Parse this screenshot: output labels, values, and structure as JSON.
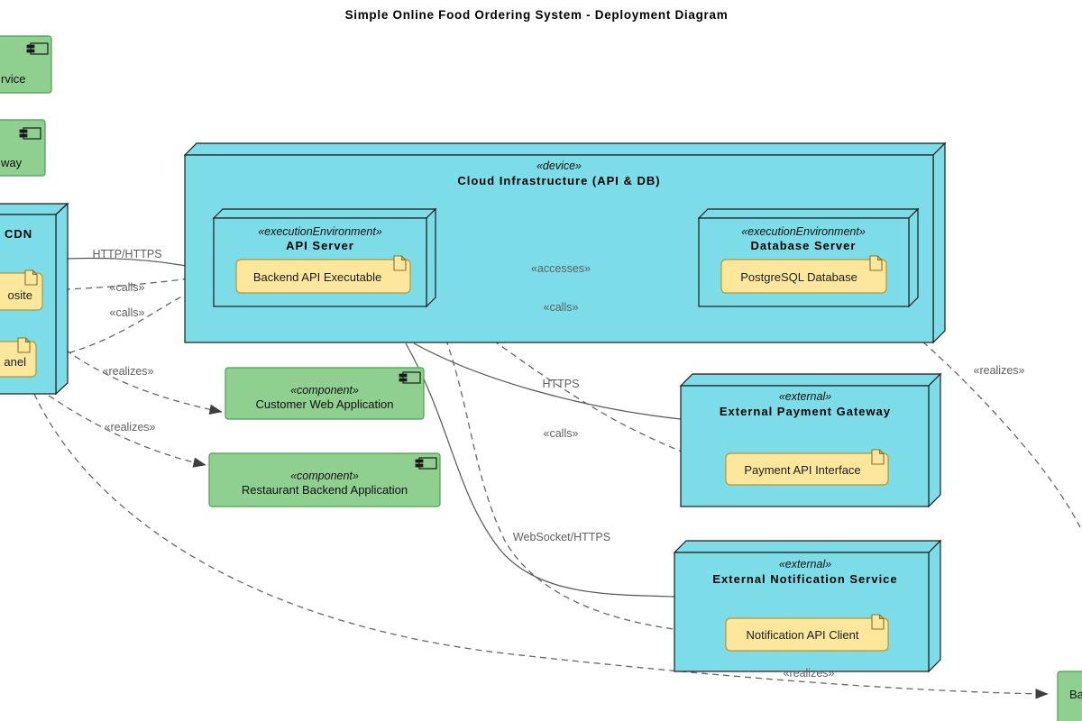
{
  "title": "Simple Online Food Ordering System - Deployment Diagram",
  "nodes": {
    "top1": {
      "fragment": "rvice"
    },
    "top2": {
      "fragment": "way"
    },
    "cdn": {
      "name": "CDN",
      "artifact1": "osite",
      "artifact2": "anel"
    },
    "cloud": {
      "stereotype": "«device»",
      "name": "Cloud Infrastructure (API & DB)"
    },
    "api": {
      "stereotype": "«executionEnvironment»",
      "name": "API Server",
      "artifact": "Backend API Executable"
    },
    "db": {
      "stereotype": "«executionEnvironment»",
      "name": "Database Server",
      "artifact": "PostgreSQL Database"
    },
    "customer": {
      "stereotype": "«component»",
      "name": "Customer Web Application"
    },
    "restaurant": {
      "stereotype": "«component»",
      "name": "Restaurant Backend Application"
    },
    "payment": {
      "stereotype": "«external»",
      "name": "External Payment Gateway",
      "artifact": "Payment API Interface"
    },
    "notification": {
      "stereotype": "«external»",
      "name": "External Notification Service",
      "artifact": "Notification API Client"
    },
    "bottomright": {
      "fragment": "Ba"
    }
  },
  "labels": {
    "http": "HTTP/HTTPS",
    "calls1": "«calls»",
    "calls2": "«calls»",
    "realizes1": "«realizes»",
    "realizes2": "«realizes»",
    "accesses": "«accesses»",
    "calls3": "«calls»",
    "https": "HTTPS",
    "calls4": "«calls»",
    "websocket": "WebSocket/HTTPS",
    "realizes3": "«realizes»",
    "realizes4": "«realizes»"
  },
  "colors": {
    "node_fill": "#7CDDE9",
    "node_stroke": "#1a1a1a",
    "component_fill": "#8FCF90",
    "component_stroke": "#4C9E4F",
    "artifact_fill": "#FCE79C",
    "artifact_stroke": "#B9962E",
    "connector": "#666666",
    "edge_label": "#5f5f5f"
  }
}
